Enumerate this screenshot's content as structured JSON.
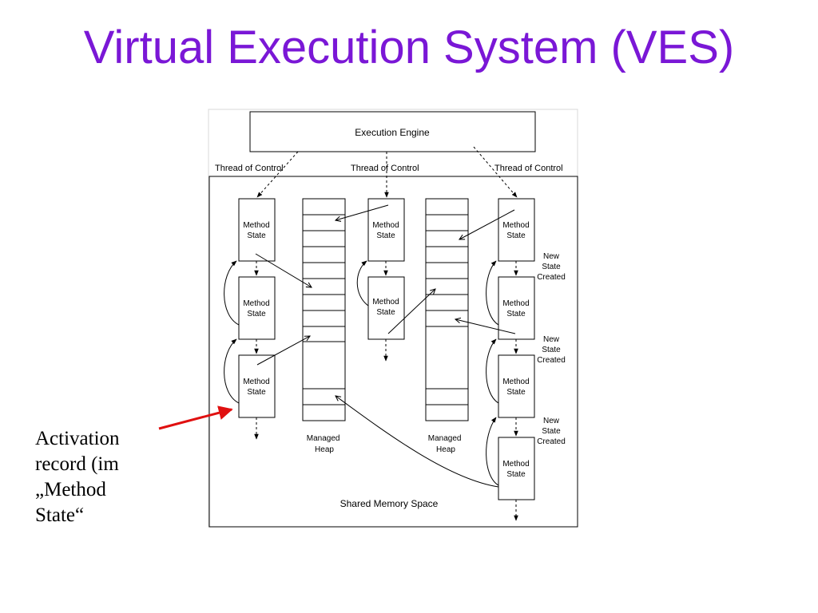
{
  "title": "Virtual Execution System (VES)",
  "diagram": {
    "execution_engine": "Execution Engine",
    "thread_label": "Thread of Control",
    "method_state": [
      "Method",
      "State"
    ],
    "managed_heap": [
      "Managed",
      "Heap"
    ],
    "new_state": [
      "New",
      "State",
      "Created"
    ],
    "shared_memory": "Shared Memory Space"
  },
  "annotation": {
    "lines": [
      "Activation",
      "record (im",
      "„Method",
      "State“"
    ],
    "arrow_color": "#e01010"
  },
  "colors": {
    "title": "#7a17d6"
  }
}
